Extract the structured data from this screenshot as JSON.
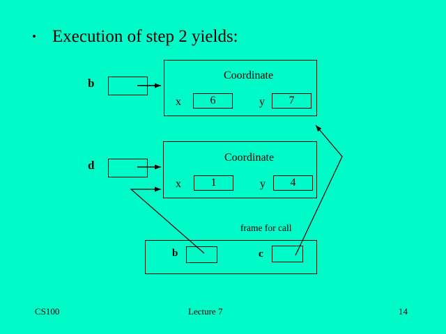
{
  "slide": {
    "bullet": "•",
    "title": "Execution of step 2 yields:"
  },
  "variables": [
    {
      "name": "b"
    },
    {
      "name": "d"
    }
  ],
  "objects": [
    {
      "class_name": "Coordinate",
      "fields": [
        {
          "name": "x",
          "value": "6"
        },
        {
          "name": "y",
          "value": "7"
        }
      ]
    },
    {
      "class_name": "Coordinate",
      "fields": [
        {
          "name": "x",
          "value": "1"
        },
        {
          "name": "y",
          "value": "4"
        }
      ]
    }
  ],
  "frame": {
    "label": "frame for call",
    "slots": [
      {
        "name": "b"
      },
      {
        "name": "c"
      }
    ]
  },
  "footer": {
    "course": "CS100",
    "lecture": "Lecture 7",
    "page_number": "14"
  },
  "colors": {
    "background": "#00FAC8",
    "foreground": "#000000"
  }
}
